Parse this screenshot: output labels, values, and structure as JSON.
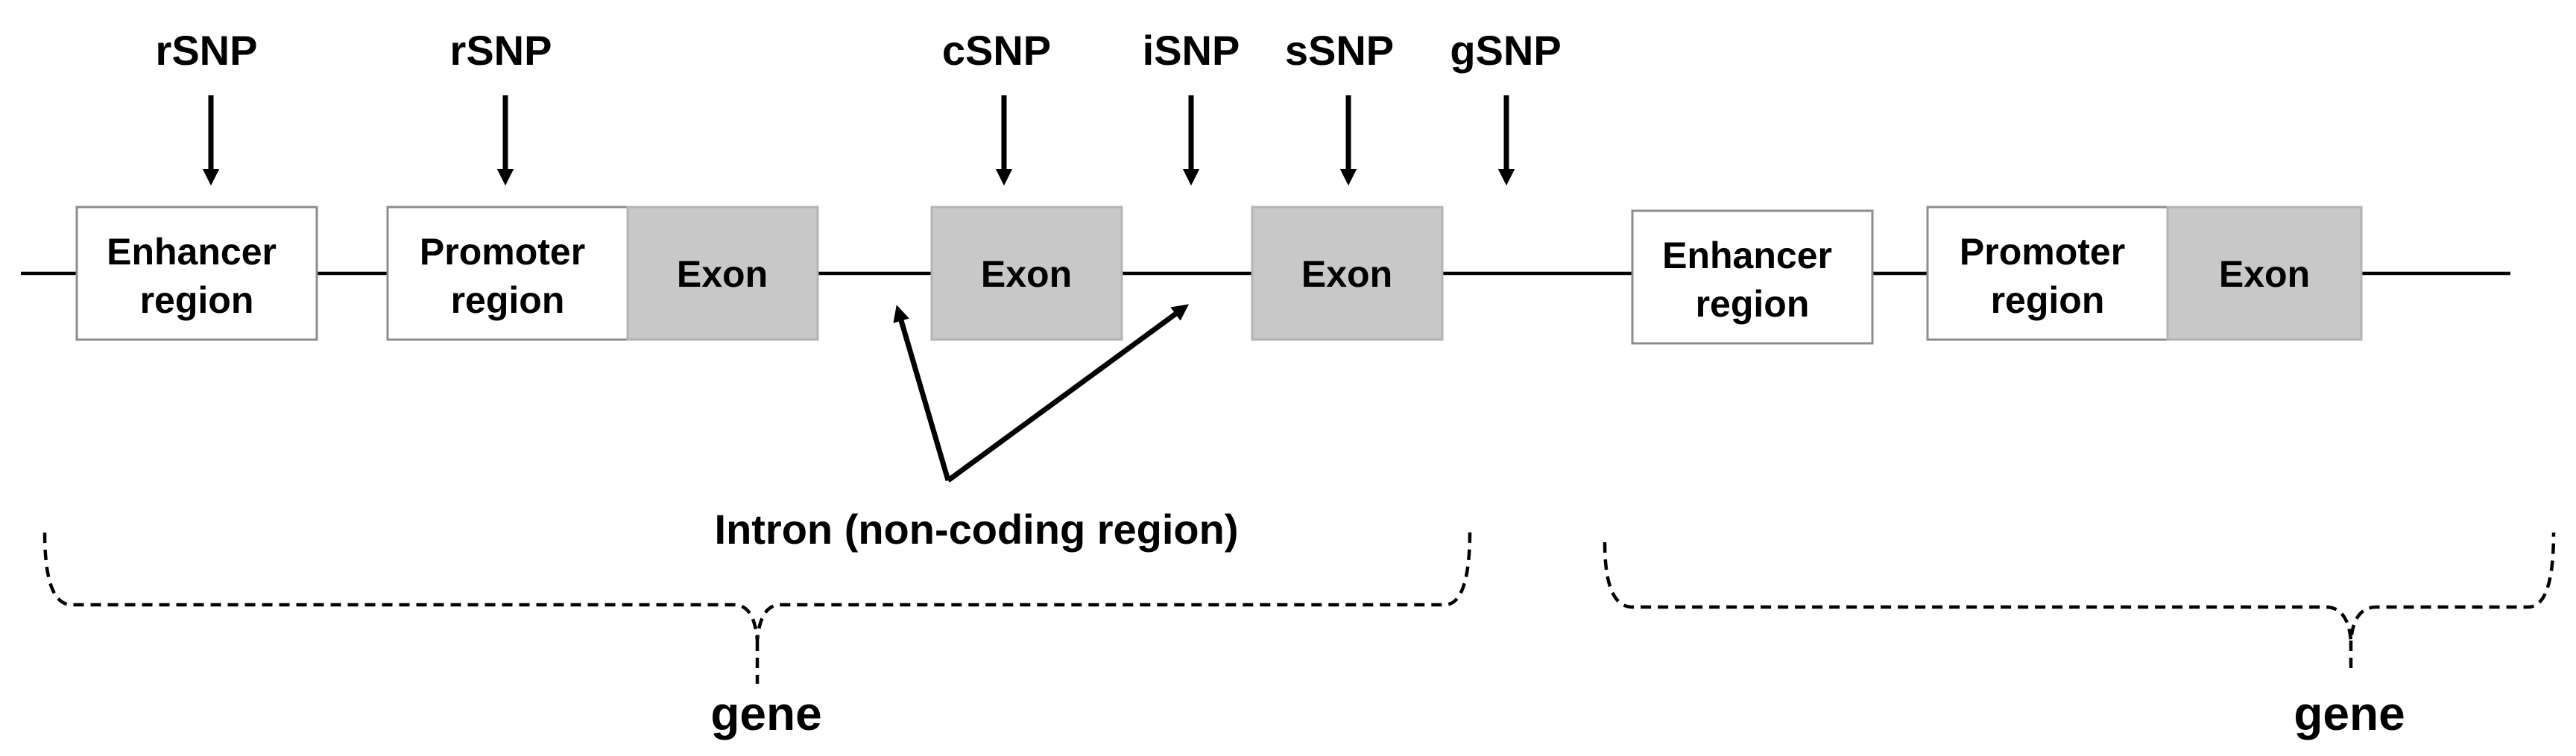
{
  "snp_labels": [
    "rSNP",
    "rSNP",
    "cSNP",
    "iSNP",
    "sSNP",
    "gSNP"
  ],
  "regions": {
    "enhancer": "Enhancer\nregion",
    "promoter": "Promoter\nregion",
    "exon": "Exon"
  },
  "intron_label": "Intron (non-coding region)",
  "gene_label": "gene",
  "colors": {
    "exon_fill": "#c8c8c8",
    "region_fill": "#ffffff",
    "line": "#000000"
  }
}
